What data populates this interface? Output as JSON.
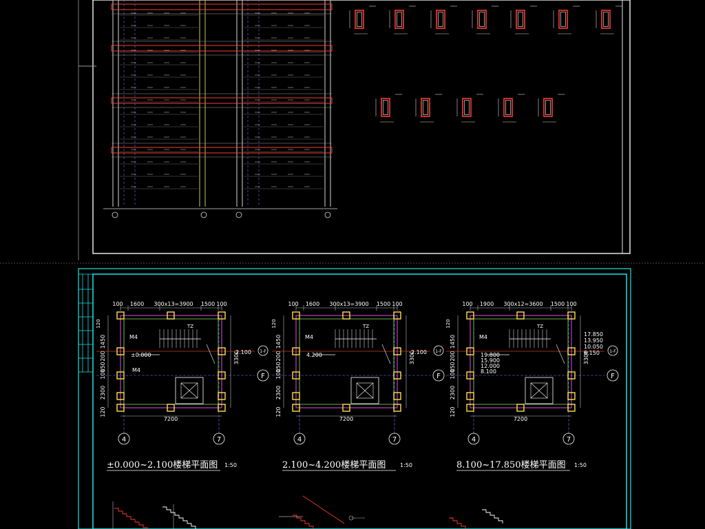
{
  "colors": {
    "background": "#000000",
    "frame_white": "#e6e6e6",
    "frame_cyan": "#19e6e6",
    "beam_red": "#ff3b2f",
    "column_yellow": "#ffe14a",
    "wall_green": "#7cdc5a",
    "text_white": "#ffffff",
    "dim_gray": "#bfbfbf",
    "axis_blue": "#6a7cff",
    "line_magenta": "#e64ce6",
    "grid_red": "#d13a2e"
  },
  "stair_plans": [
    {
      "id": "plan-1",
      "title": "±0.000~2.100楼梯平面图",
      "scale": "1:50",
      "top_dims": [
        "100",
        "1600",
        "300x13=3900",
        "1500",
        "100"
      ],
      "bottom_dim": "7200",
      "left_dims": [
        "1450",
        "200",
        "150",
        "100",
        "2300",
        "120"
      ],
      "left_small": "120",
      "right_dim": "3300",
      "right_level": "2.100",
      "levels": [
        "±0.000"
      ],
      "door_labels": [
        "M4",
        "M4"
      ],
      "tag_tz": "TZ",
      "axis_bottom": [
        "4",
        "7"
      ],
      "axis_right": [
        "1-F",
        "F"
      ]
    },
    {
      "id": "plan-2",
      "title": "2.100~4.200楼梯平面图",
      "scale": "1:50",
      "top_dims": [
        "100",
        "1600",
        "300x13=3900",
        "1500",
        "100"
      ],
      "bottom_dim": "7200",
      "left_dims": [
        "1450",
        "200",
        "150",
        "100",
        "2300",
        "120"
      ],
      "left_small": "120",
      "right_dim": "3300",
      "right_level": "2.100",
      "levels": [
        "4.200"
      ],
      "door_labels": [
        "M4"
      ],
      "tag_tz": "TZ",
      "axis_bottom": [
        "4",
        "7"
      ],
      "axis_right": [
        "1-F",
        "F"
      ]
    },
    {
      "id": "plan-3",
      "title": "8.100~17.850楼梯平面图",
      "scale": "1:50",
      "top_dims": [
        "100",
        "1900",
        "300x12=3600",
        "1500",
        "100"
      ],
      "bottom_dim": "7200",
      "left_dims": [
        "1450",
        "200",
        "150",
        "100",
        "2300",
        "120"
      ],
      "left_small": "120",
      "right_dim": "3300",
      "right_levels": [
        "17.850",
        "13.950",
        "10.050",
        "8.150"
      ],
      "levels": [
        "19.800",
        "15.900",
        "12.000",
        "8.100"
      ],
      "door_labels": [
        "M4"
      ],
      "tag_tz": "TZ",
      "axis_bottom": [
        "4",
        "7"
      ],
      "axis_right": [
        "1-F",
        "F"
      ]
    }
  ]
}
